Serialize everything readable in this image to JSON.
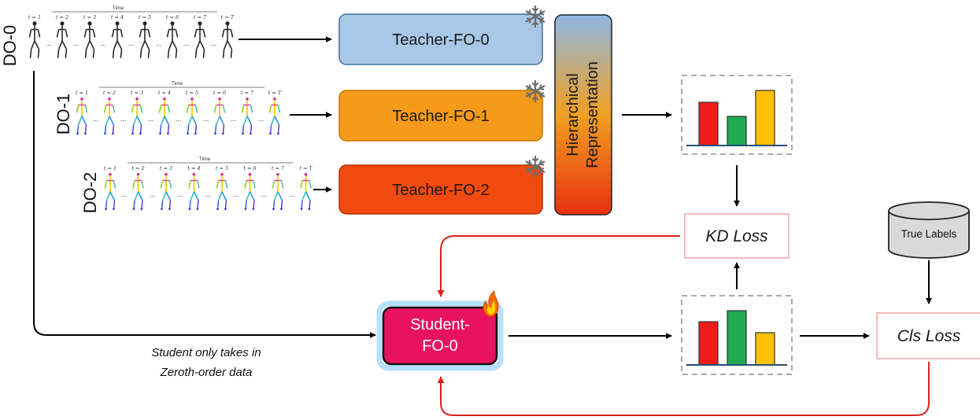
{
  "inputs": [
    {
      "label": "DO-0",
      "style": "black"
    },
    {
      "label": "DO-1",
      "style": "color"
    },
    {
      "label": "DO-2",
      "style": "color"
    }
  ],
  "strip": {
    "time_label": "Time",
    "frame_labels": [
      "t = 1",
      "t = 2",
      "t = 3",
      "t = 4",
      "t = 5",
      "t = 6",
      "t = 7",
      "t = T"
    ]
  },
  "teachers": [
    {
      "label": "Teacher-FO-0",
      "color": "#a9c8e8"
    },
    {
      "label": "Teacher-FO-1",
      "color": "#f59a1b"
    },
    {
      "label": "Teacher-FO-2",
      "color": "#f14a10"
    }
  ],
  "hier": {
    "line1": "Hierarchical",
    "line2": "Representation"
  },
  "student": {
    "line1": "Student-",
    "line2": "FO-0"
  },
  "losses": {
    "kd": "KD Loss",
    "cls": "Cls Loss"
  },
  "true_labels": "True Labels",
  "note": {
    "line1": "Student only takes in",
    "line2": "Zeroth-order data"
  },
  "icons": {
    "freeze": "snowflake-icon",
    "trainable": "flame-icon"
  },
  "colors": {
    "red_arrow": "#d9251c",
    "bar_red": "#ee1b1b",
    "bar_green": "#1faa52",
    "bar_yellow": "#ffc000",
    "baseline": "#24507a"
  }
}
